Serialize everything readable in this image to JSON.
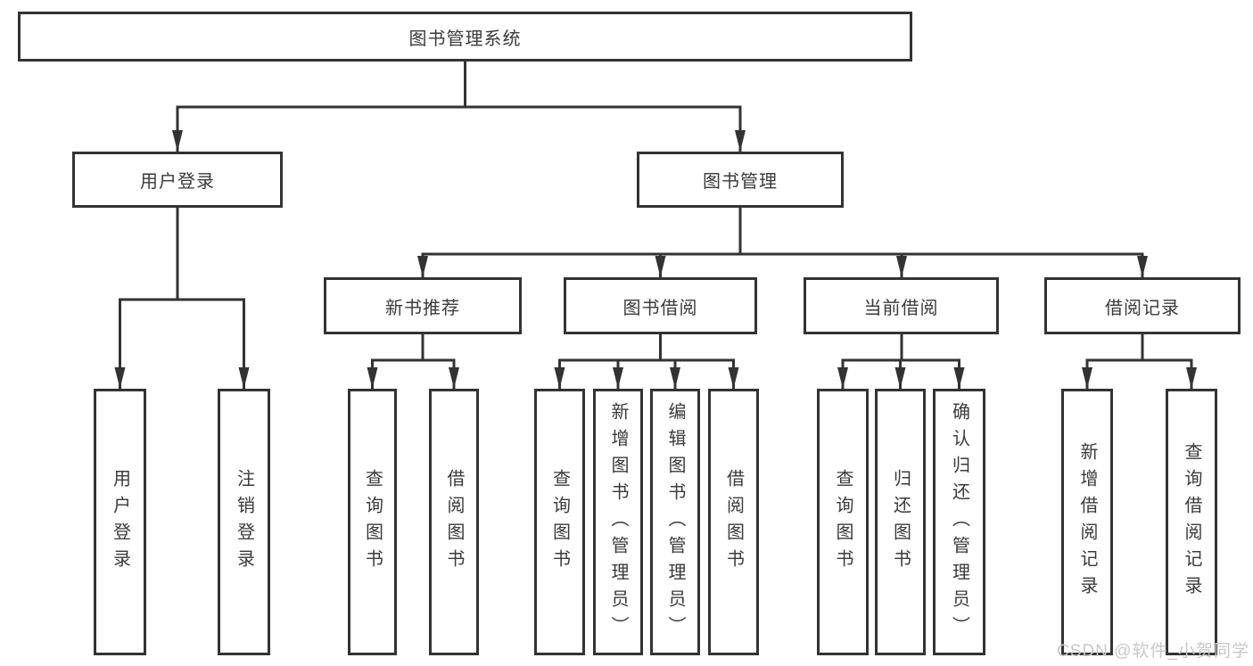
{
  "diagram": {
    "root": {
      "label": "图书管理系统"
    },
    "level2": {
      "user_login": {
        "label": "用户登录"
      },
      "book_management": {
        "label": "图书管理"
      }
    },
    "level3": {
      "new_book_recommend": {
        "label": "新书推荐"
      },
      "book_borrow": {
        "label": "图书借阅"
      },
      "current_borrow": {
        "label": "当前借阅"
      },
      "borrow_records": {
        "label": "借阅记录"
      }
    },
    "leaves": {
      "user_login_children": [
        "用户登录",
        "注销登录"
      ],
      "recommend_children": [
        "查询图书",
        "借阅图书"
      ],
      "borrow_children": [
        "查询图书",
        "新增图书（管理员）",
        "编辑图书（管理员）",
        "借阅图书"
      ],
      "current_children": [
        "查询图书",
        "归还图书",
        "确认归还（管理员）"
      ],
      "records_children": [
        "新增借阅记录",
        "查询借阅记录"
      ]
    },
    "colors": {
      "line": "#333333",
      "text": "#3a3a3a",
      "box_background": "#ffffff"
    }
  },
  "watermark": {
    "text": "CSDN @软件_小贺同学",
    "color": "#c8c8c8"
  }
}
